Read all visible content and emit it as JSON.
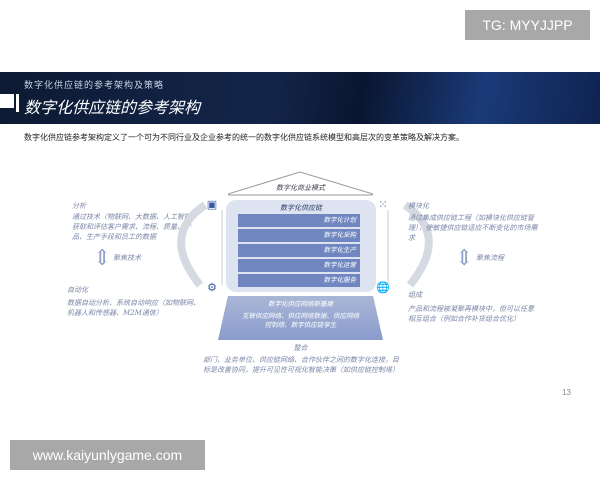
{
  "watermark_top": "TG: MYYJJPP",
  "watermark_bottom": "www.kaiyunlygame.com",
  "header": {
    "subtitle": "数字化供应链的参考架构及策略",
    "title": "数字化供应链的参考架构"
  },
  "intro": "数字化供应链参考架构定义了一个可为不同行业及企业参考的统一的数字化供应链系统模型和高层次的变革策略及解决方案。",
  "diagram": {
    "roof": "数字化商业模式",
    "core_title": "数字化供应链",
    "rows": [
      "数字化计划",
      "数字化采购",
      "数字化生产",
      "数字化运营",
      "数字化服务"
    ],
    "base_title": "数字化供应网络新基建",
    "base_text": "互联供应网络、供应网络数据、供应网络控制塔、数字供应链孪生",
    "integration_title": "整合",
    "integration_text": "部门、业务单位、供应链网络、合作伙伴之间的数字化连接，目标是改善协同，提升可见性可视化智能决策（如供应链控制塔）",
    "left": {
      "top_title": "分析",
      "top_text": "通过技术（物联网、大数据、人工智能）获取和评估客户需求、流程、质量、产品、生产手段和员工的数据",
      "focus": "聚焦技术",
      "bottom_title": "自动化",
      "bottom_text": "数据自动分析、系统自动响应（如物联网、机器人和传感器、M2M通信）"
    },
    "right": {
      "top_title": "模块化",
      "top_text": "通过集成供应链工程（如模块化供应链管理），使敏捷供应链适应不断变化的市场需求",
      "focus": "聚焦流程",
      "bottom_title": "组成",
      "bottom_text": "产品和流程被凝聚再模块中，但可以任意相互组合（例如合作补货组合优化）"
    },
    "icons": [
      "monitor-chart-icon",
      "gears-icon",
      "grid-dots-icon",
      "globe-icon"
    ]
  },
  "page_number": "13"
}
